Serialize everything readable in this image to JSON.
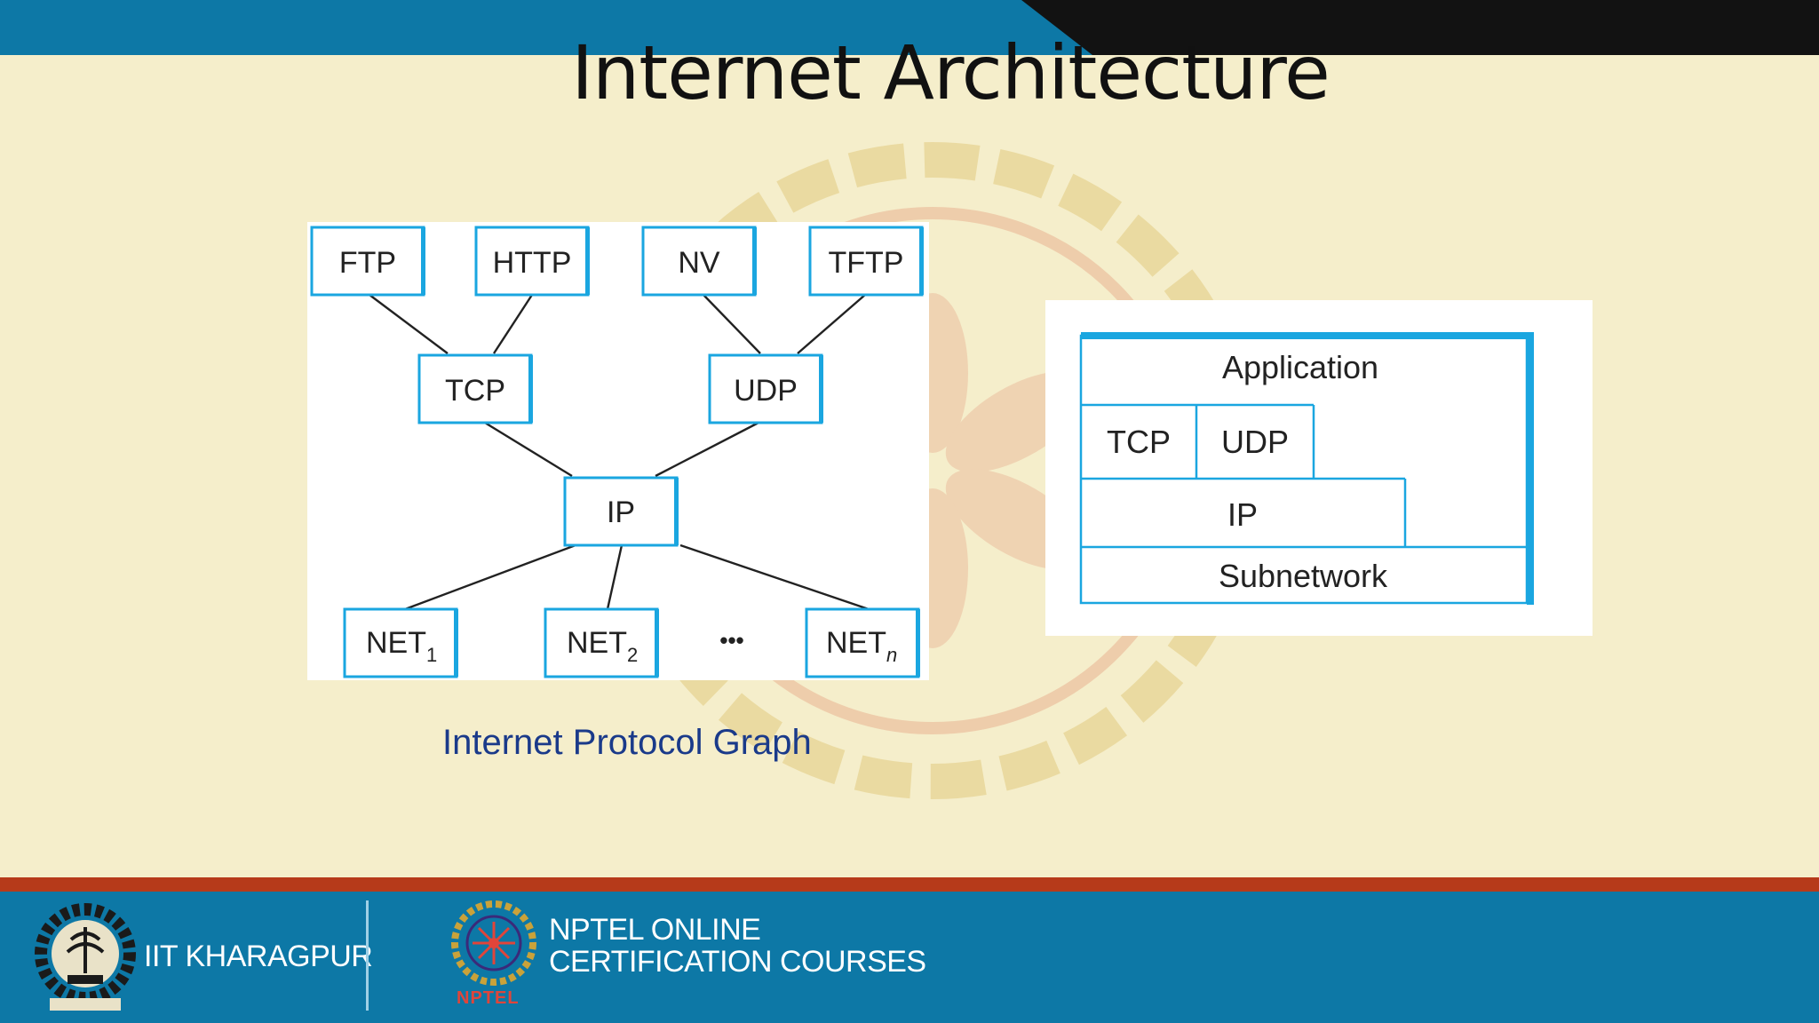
{
  "slide": {
    "title": "Internet Architecture",
    "caption": "Internet Protocol Graph"
  },
  "protocol_graph": {
    "applications": [
      "FTP",
      "HTTP",
      "NV",
      "TFTP"
    ],
    "transport": [
      "TCP",
      "UDP"
    ],
    "network": "IP",
    "networks": [
      {
        "base": "NET",
        "sub": "1"
      },
      {
        "base": "NET",
        "sub": "2"
      },
      {
        "base": "NET",
        "sub": "n"
      }
    ],
    "ellipsis": "•••",
    "edges": [
      [
        "FTP",
        "TCP"
      ],
      [
        "HTTP",
        "TCP"
      ],
      [
        "NV",
        "UDP"
      ],
      [
        "TFTP",
        "UDP"
      ],
      [
        "TCP",
        "IP"
      ],
      [
        "UDP",
        "IP"
      ],
      [
        "IP",
        "NET1"
      ],
      [
        "IP",
        "NET2"
      ],
      [
        "IP",
        "NETn"
      ]
    ]
  },
  "layer_stack": {
    "application": "Application",
    "tcp": "TCP",
    "udp": "UDP",
    "ip": "IP",
    "subnetwork": "Subnetwork"
  },
  "footer": {
    "institute": "IIT KHARAGPUR",
    "program_line1": "NPTEL ONLINE",
    "program_line2": "CERTIFICATION COURSES",
    "program_logo_text": "NPTEL"
  },
  "colors": {
    "header_blue": "#0d78a6",
    "header_black": "#121212",
    "slide_background": "#f5eecb",
    "box_border": "#1aa6e0",
    "caption": "#1a3a8a",
    "footer_stripe": "#b63a1a"
  }
}
